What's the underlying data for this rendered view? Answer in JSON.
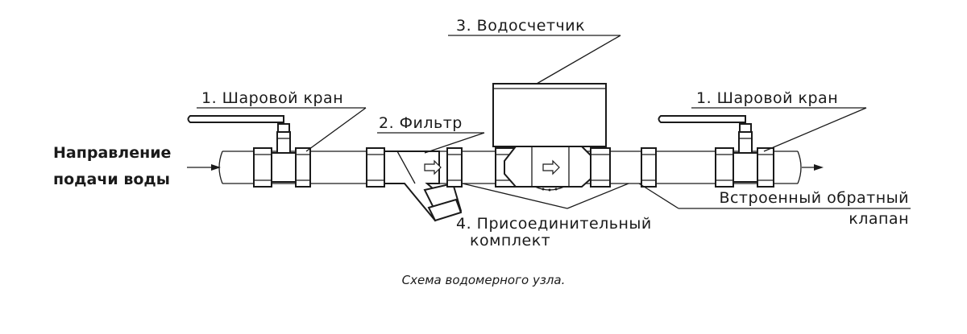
{
  "labels": {
    "meter": "3. Водосчетчик",
    "ball_valve_left": "1. Шаровой кран",
    "ball_valve_right": "1. Шаровой кран",
    "filter": "2. Фильтр",
    "flow_direction_line1": "Направление",
    "flow_direction_line2": "подачи воды",
    "check_valve_line1": "Встроенный обратный",
    "check_valve_line2": "клапан",
    "connection_kit_line1": "4. Присоединительный",
    "connection_kit_line2": "комплект"
  },
  "caption": "Схема водомерного узла."
}
